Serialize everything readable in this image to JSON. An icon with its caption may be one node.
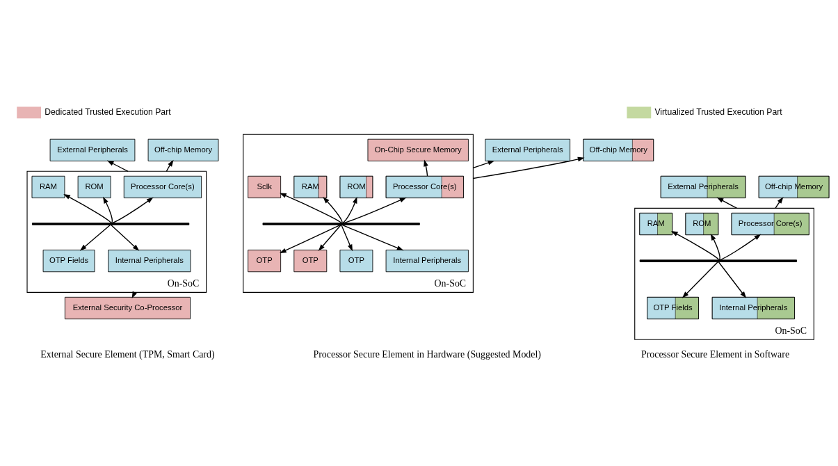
{
  "diagram": {
    "nodes": [
      {
        "text": [
          "External Peripherals"
        ]
      },
      {
        "text": [
          "Off-chip Memory"
        ]
      },
      {
        "text": [
          "On-SoC"
        ]
      },
      {
        "text": [
          "RAM"
        ],
        "in": 2
      },
      {
        "text": [
          "ROM"
        ],
        "in": 2
      },
      {
        "text": [
          "Processor Core(s)"
        ],
        "in": 2
      },
      {
        "text": [],
        "shape": "bar",
        "in": 2
      },
      {
        "text": [
          "OTP Fields"
        ],
        "in": 2
      },
      {
        "text": [
          "Internal Peripherals"
        ],
        "in": 2
      },
      {
        "text": [
          "External Security Co-Processor"
        ]
      },
      {
        "text": [
          "External Peripherals"
        ]
      },
      {
        "text": [
          "Off-chip Memory"
        ]
      },
      {
        "text": [
          "On-SoC"
        ]
      },
      {
        "text": [
          "On-Chip Secure Memory"
        ],
        "in": 12
      },
      {
        "text": [
          "Sclk"
        ],
        "in": 12
      },
      {
        "text": [
          "RAM"
        ],
        "in": 12
      },
      {
        "text": [
          "ROM"
        ],
        "in": 12
      },
      {
        "text": [
          "Processor Core(s)"
        ],
        "in": 12
      },
      {
        "text": [],
        "shape": "bar",
        "in": 12
      },
      {
        "text": [
          "OTP"
        ],
        "in": 12
      },
      {
        "text": [
          "OTP"
        ],
        "in": 12
      },
      {
        "text": [
          "OTP"
        ],
        "in": 12
      },
      {
        "text": [
          "Internal Peripherals"
        ],
        "in": 12
      },
      {
        "text": [
          "External Peripherals"
        ]
      },
      {
        "text": [
          "Off-chip Memory"
        ]
      },
      {
        "text": [
          "On-SoC"
        ]
      },
      {
        "text": [
          "RAM"
        ],
        "in": 25
      },
      {
        "text": [
          "ROM"
        ],
        "in": 25
      },
      {
        "text": [
          "Processor Core(s)"
        ],
        "in": 25
      },
      {
        "text": [],
        "shape": "bar",
        "in": 25
      },
      {
        "text": [
          "OTP Fields"
        ],
        "in": 25
      },
      {
        "text": [
          "Internal Peripherals"
        ],
        "in": 25
      }
    ],
    "edges": [
      {
        "from": 2,
        "to": 0,
        "arrow": "to"
      },
      {
        "from": 2,
        "to": 1,
        "arrow": "to"
      },
      {
        "from": 6,
        "to": 3,
        "arrow": "to"
      },
      {
        "from": 6,
        "to": 4,
        "arrow": "to"
      },
      {
        "from": 6,
        "to": 5,
        "arrow": "to"
      },
      {
        "from": 6,
        "to": 7,
        "arrow": "to"
      },
      {
        "from": 6,
        "to": 8,
        "arrow": "to"
      },
      {
        "from": 2,
        "to": 9,
        "arrow": "to"
      },
      {
        "from": 12,
        "to": 10,
        "arrow": "to"
      },
      {
        "from": 12,
        "to": 11,
        "arrow": "to"
      },
      {
        "from": 17,
        "to": 13,
        "arrow": "to"
      },
      {
        "from": 18,
        "to": 14,
        "arrow": "to"
      },
      {
        "from": 18,
        "to": 15,
        "arrow": "to"
      },
      {
        "from": 18,
        "to": 16,
        "arrow": "to"
      },
      {
        "from": 18,
        "to": 17,
        "arrow": "to"
      },
      {
        "from": 18,
        "to": 19,
        "arrow": "to"
      },
      {
        "from": 18,
        "to": 20,
        "arrow": "to"
      },
      {
        "from": 18,
        "to": 21,
        "arrow": "to"
      },
      {
        "from": 18,
        "to": 22,
        "arrow": "to"
      },
      {
        "from": 25,
        "to": 23,
        "arrow": "to"
      },
      {
        "from": 25,
        "to": 24,
        "arrow": "to"
      },
      {
        "from": 29,
        "to": 26,
        "arrow": "to"
      },
      {
        "from": 29,
        "to": 27,
        "arrow": "to"
      },
      {
        "from": 29,
        "to": 28,
        "arrow": "to"
      },
      {
        "from": 29,
        "to": 30,
        "arrow": "to"
      },
      {
        "from": 29,
        "to": 31,
        "arrow": "to"
      }
    ],
    "labels": [
      "External Secure Element (TPM, Smart Card)",
      "Processor Secure Element in Hardware (Suggested Model)",
      "Processor Secure Element in Software"
    ],
    "legend": [
      {
        "text": "Dedicated Trusted Execution Part",
        "color": "#e8b4b4"
      },
      {
        "text": "Virtualized Trusted Execution Part",
        "color": "#c4d9a0"
      }
    ]
  }
}
